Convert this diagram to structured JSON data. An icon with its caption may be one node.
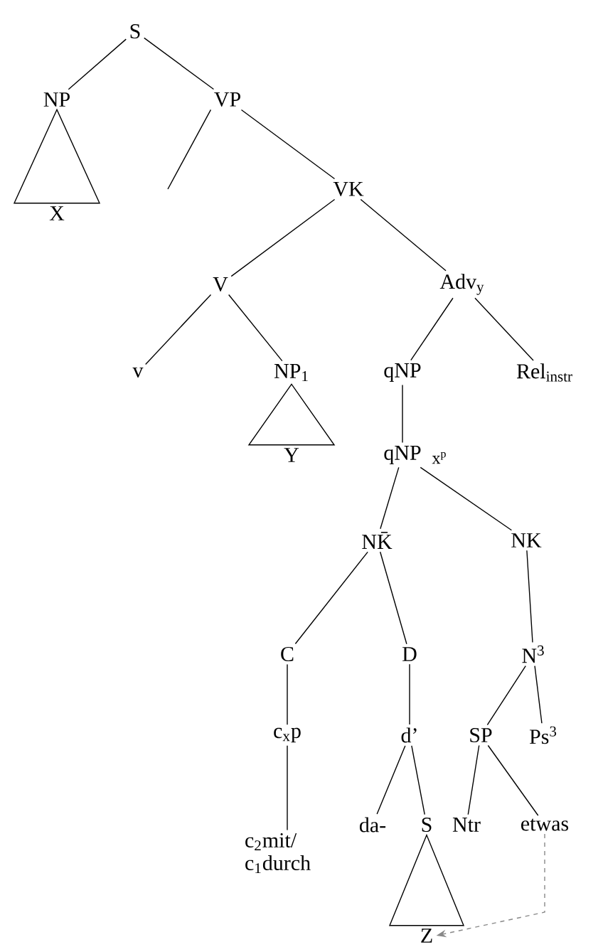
{
  "diagram": {
    "nodes": [
      {
        "text": [
          "S"
        ]
      },
      {
        "text": [
          "NP"
        ]
      },
      {
        "text": [
          "VP"
        ]
      },
      {
        "text": [
          "X"
        ]
      },
      {
        "text": [
          "VK"
        ]
      },
      {
        "text": [
          "V"
        ]
      },
      {
        "text": [
          "Adv$_{y}$"
        ]
      },
      {
        "text": [
          "v"
        ]
      },
      {
        "text": [
          "NP$_{1}$"
        ]
      },
      {
        "text": [
          "qNP"
        ]
      },
      {
        "text": [
          "Rel$_{instr}$"
        ]
      },
      {
        "text": [
          "Y"
        ]
      },
      {
        "text": [
          "qNP"
        ],
        "beside": [
          "x$^{p}$"
        ]
      },
      {
        "text": [
          "NK̄"
        ]
      },
      {
        "text": [
          "NK"
        ]
      },
      {
        "text": [
          "C"
        ]
      },
      {
        "text": [
          "D"
        ]
      },
      {
        "text": [
          "N$^{3}$"
        ]
      },
      {
        "text": [
          "c$_{x}$p"
        ]
      },
      {
        "text": [
          "d’"
        ]
      },
      {
        "text": [
          "SP"
        ]
      },
      {
        "text": [
          "Ps$^{3}$"
        ]
      },
      {
        "text": [
          "c$_{2}$mit/ c$_{1}$durch"
        ]
      },
      {
        "text": [
          "da-"
        ]
      },
      {
        "text": [
          "S"
        ]
      },
      {
        "text": [
          "Ntr"
        ]
      },
      {
        "text": [
          "etwas"
        ]
      },
      {
        "text": [
          "Z"
        ]
      }
    ],
    "edges": [
      {
        "from": 0,
        "to": 1,
        "arrow": "none"
      },
      {
        "from": 0,
        "to": 2,
        "arrow": "none"
      },
      {
        "from": 1,
        "to": 3,
        "arrow": "none"
      },
      {
        "from": 2,
        "to": null,
        "arrow": "none"
      },
      {
        "from": 2,
        "to": 4,
        "arrow": "none"
      },
      {
        "from": 4,
        "to": 5,
        "arrow": "none"
      },
      {
        "from": 4,
        "to": 6,
        "arrow": "none"
      },
      {
        "from": 5,
        "to": 7,
        "arrow": "none"
      },
      {
        "from": 5,
        "to": 8,
        "arrow": "none"
      },
      {
        "from": 6,
        "to": 9,
        "arrow": "none"
      },
      {
        "from": 6,
        "to": 10,
        "arrow": "none"
      },
      {
        "from": 8,
        "to": 11,
        "arrow": "none"
      },
      {
        "from": 9,
        "to": 12,
        "arrow": "none"
      },
      {
        "from": 12,
        "to": 13,
        "arrow": "none"
      },
      {
        "from": 12,
        "to": 14,
        "arrow": "none"
      },
      {
        "from": 13,
        "to": 15,
        "arrow": "none"
      },
      {
        "from": 13,
        "to": 16,
        "arrow": "none"
      },
      {
        "from": 14,
        "to": 17,
        "arrow": "none"
      },
      {
        "from": 15,
        "to": 18,
        "arrow": "none"
      },
      {
        "from": 16,
        "to": 19,
        "arrow": "none"
      },
      {
        "from": 17,
        "to": 20,
        "arrow": "none"
      },
      {
        "from": 17,
        "to": 21,
        "arrow": "none"
      },
      {
        "from": 18,
        "to": 22,
        "arrow": "none"
      },
      {
        "from": 19,
        "to": 23,
        "arrow": "none"
      },
      {
        "from": 19,
        "to": 24,
        "arrow": "none"
      },
      {
        "from": 20,
        "to": 25,
        "arrow": "none"
      },
      {
        "from": 20,
        "to": 26,
        "arrow": "none"
      },
      {
        "from": 24,
        "to": 27,
        "arrow": "none"
      },
      {
        "from": 26,
        "to": 27,
        "arrow": "to",
        "style": "dashed",
        "color": "#888888"
      }
    ]
  }
}
